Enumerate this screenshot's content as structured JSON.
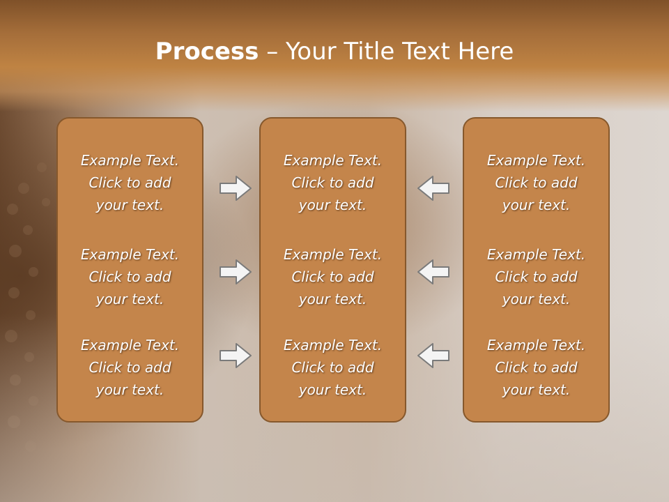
{
  "slide": {
    "title_bold": "Process",
    "title_separator": " – ",
    "title_rest": "Your Title Text Here"
  },
  "colors": {
    "title_band": "#bf8343",
    "box_fill": "#c4854b",
    "box_border": "#86582c",
    "arrow_fill": "#f4f4f4",
    "arrow_stroke": "#7a7a7a"
  },
  "columns": [
    {
      "items": [
        {
          "line1": "Example Text.",
          "line2": "Click  to add",
          "line3": "your text."
        },
        {
          "line1": "Example Text.",
          "line2": "Click  to add",
          "line3": "your text."
        },
        {
          "line1": "Example Text.",
          "line2": "Click  to add",
          "line3": "your text."
        }
      ]
    },
    {
      "items": [
        {
          "line1": "Example Text.",
          "line2": "Click  to add",
          "line3": "your text."
        },
        {
          "line1": "Example Text.",
          "line2": "Click  to add",
          "line3": "your text."
        },
        {
          "line1": "Example Text.",
          "line2": "Click  to add",
          "line3": "your text."
        }
      ]
    },
    {
      "items": [
        {
          "line1": "Example Text.",
          "line2": "Click  to add",
          "line3": "your text."
        },
        {
          "line1": "Example Text.",
          "line2": "Click  to add",
          "line3": "your text."
        },
        {
          "line1": "Example Text.",
          "line2": "Click  to add",
          "line3": "your text."
        }
      ]
    }
  ],
  "arrows": {
    "left_side_icon": "arrow-right-icon",
    "right_side_icon": "arrow-left-icon"
  }
}
